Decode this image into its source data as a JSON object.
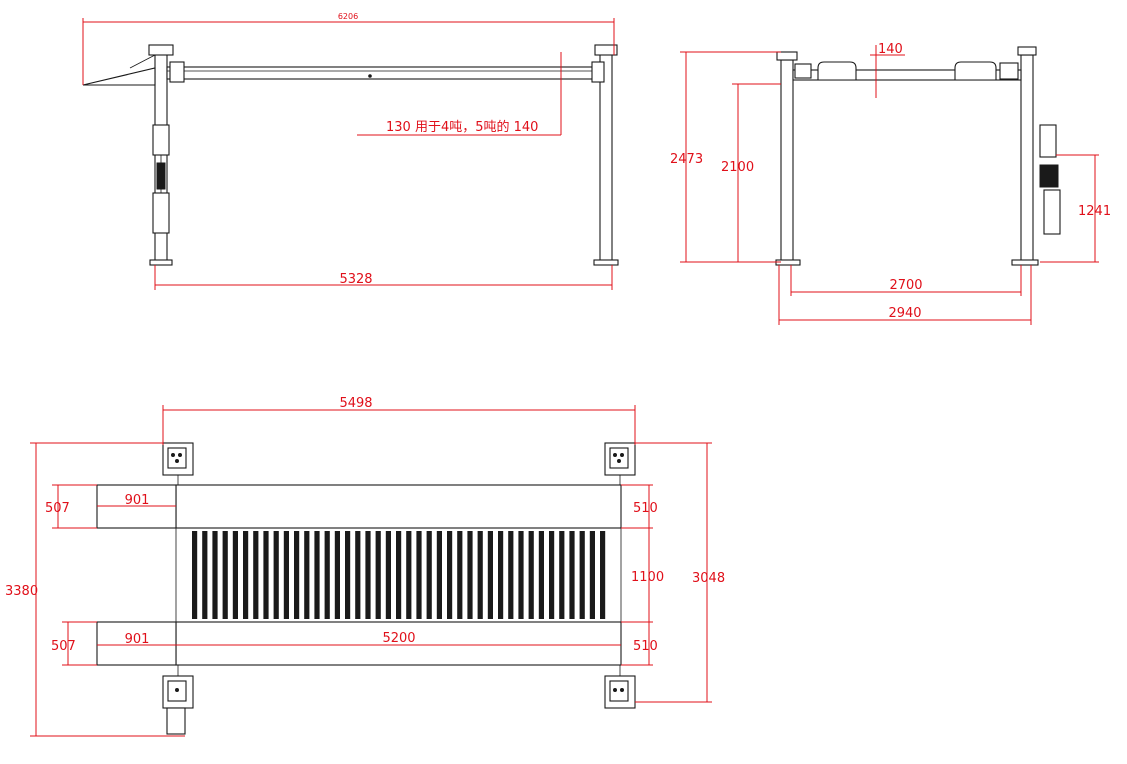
{
  "side_view": {
    "overall_length": "6206",
    "post_spacing": "5328",
    "note": "130 用于4吨，5吨的 140"
  },
  "end_view": {
    "height_overall": "2473",
    "height_runway": "2100",
    "beam_depth": "140",
    "power_unit_height": "1241",
    "inner_width": "2700",
    "outer_width": "2940"
  },
  "plan_view": {
    "post_spacing_length": "5498",
    "overall_width": "3380",
    "post_spacing_width": "3048",
    "ramp_width_top": "507",
    "ramp_length_top": "901",
    "ramp_width_bottom": "507",
    "ramp_length_bottom": "901",
    "runway_width_top": "510",
    "center_gap": "1100",
    "runway_width_bottom": "510",
    "runway_length": "5200"
  },
  "colors": {
    "dimension": "#e0101a",
    "linework": "#1a1a1a",
    "background": "#ffffff"
  }
}
